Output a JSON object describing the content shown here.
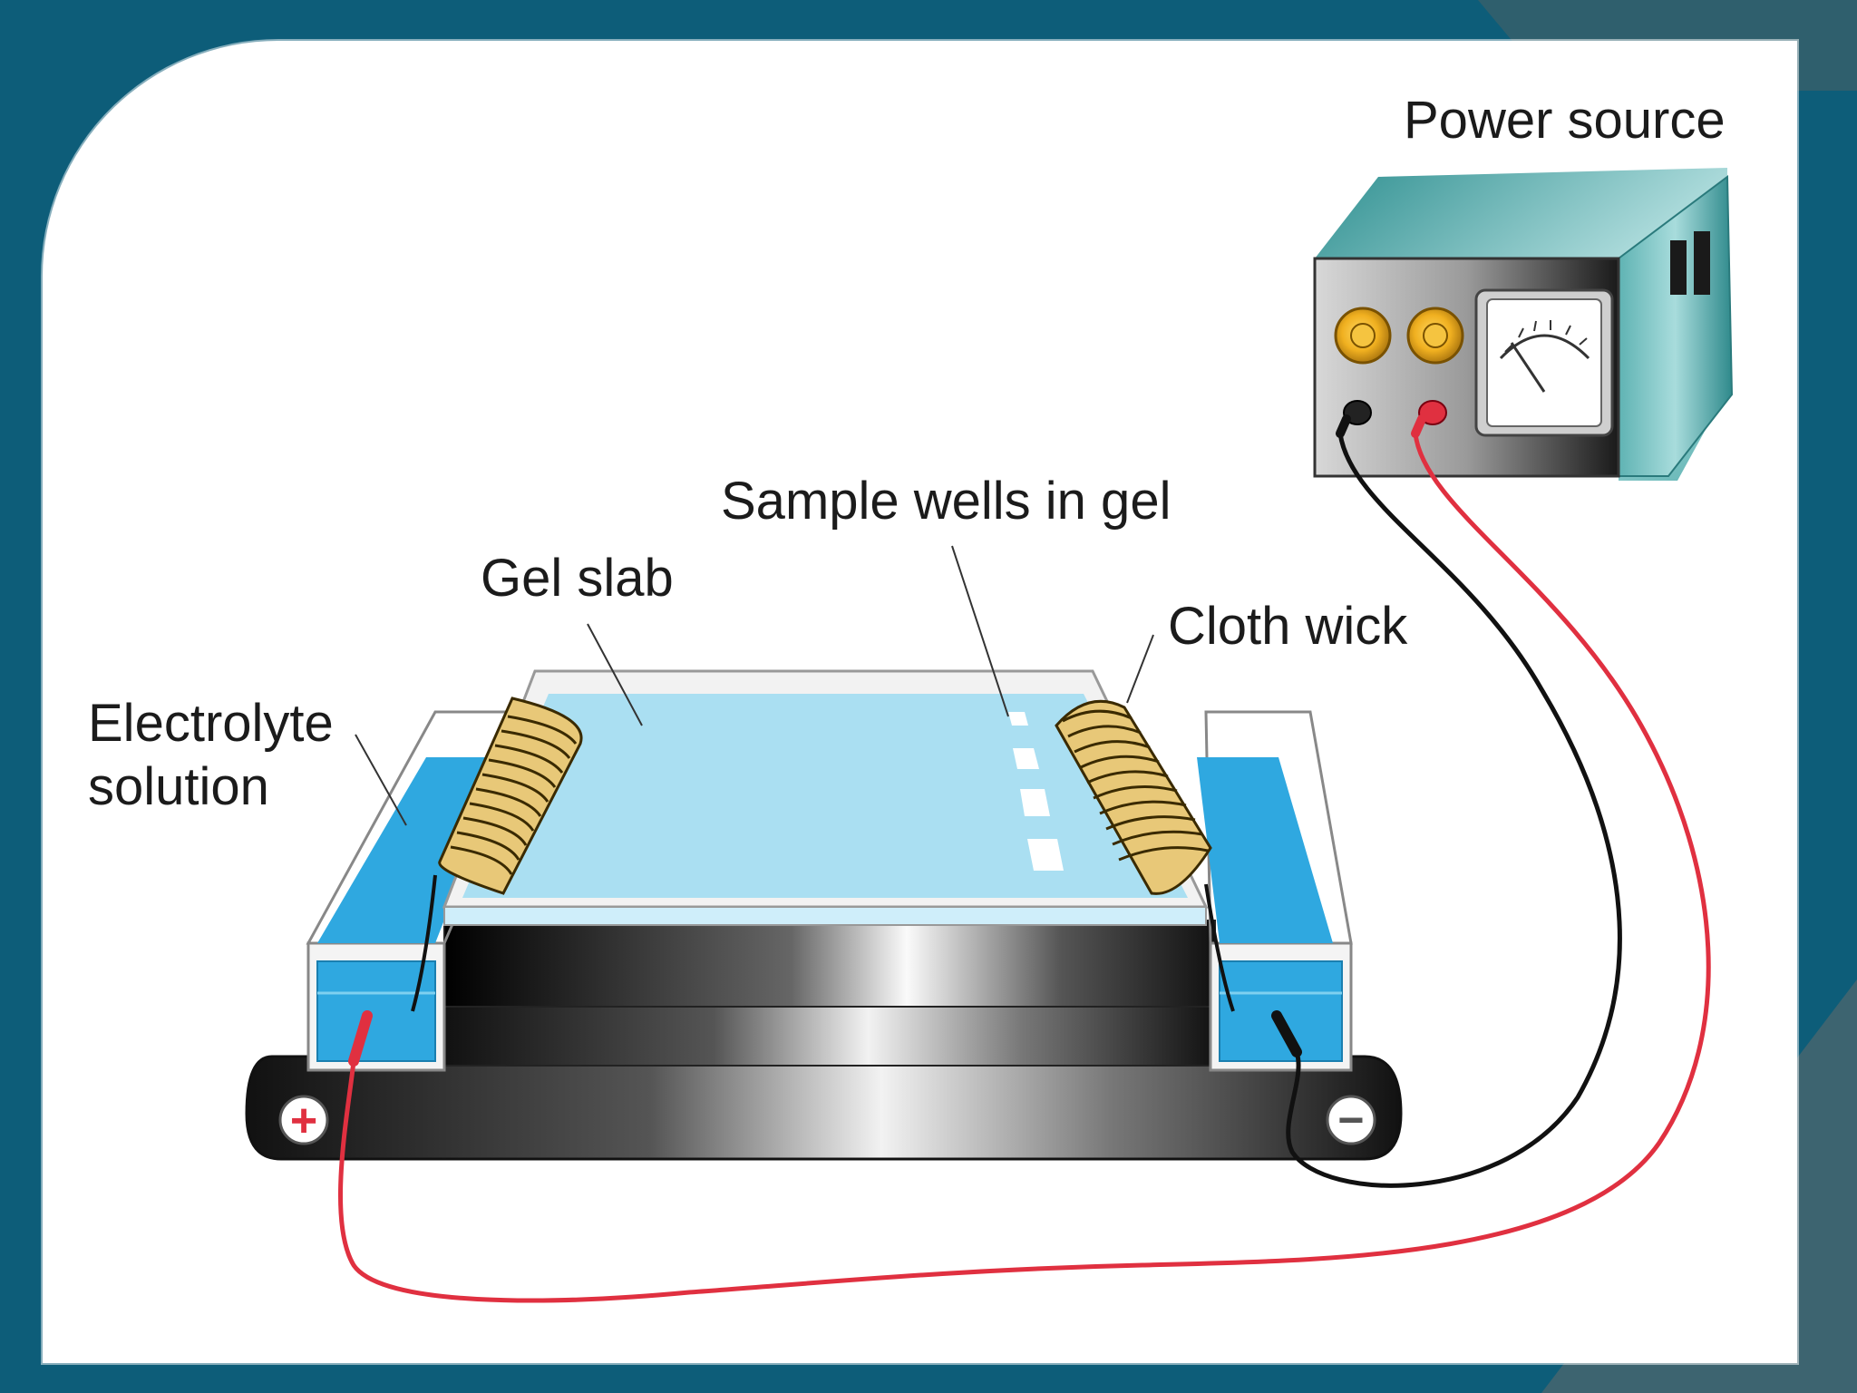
{
  "labels": {
    "power_source": "Power source",
    "sample_wells": "Sample wells in gel",
    "gel_slab": "Gel slab",
    "cloth_wick": "Cloth wick",
    "electrolyte_line1": "Electrolyte",
    "electrolyte_line2": "solution"
  },
  "terminals": {
    "positive": "+",
    "negative": "−"
  },
  "colors": {
    "background": "#0d5d79",
    "gel": "#aadff2",
    "electrolyte": "#2fa8e0",
    "wick": "#e8c878",
    "positive_lead": "#e03040",
    "negative_lead": "#111111",
    "power_source_body": "#5fb3b3",
    "knob": "#f0b020"
  }
}
